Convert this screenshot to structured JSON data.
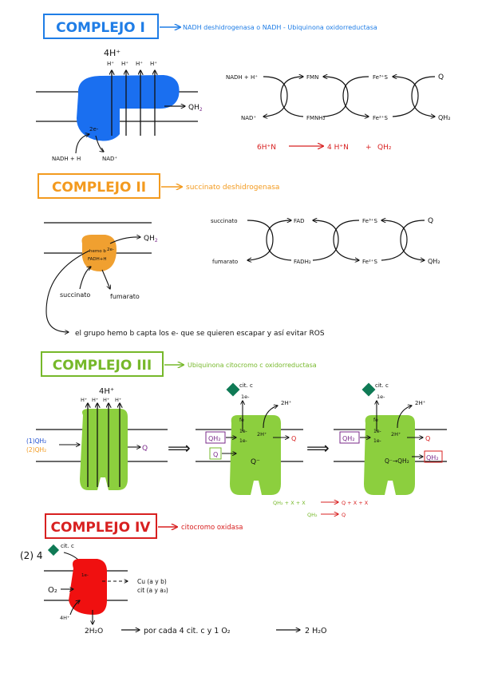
{
  "colors": {
    "blue": "#1f7de6",
    "blue_fill": "#1a6ff0",
    "orange": "#f39a1e",
    "orange_fill": "#f0a030",
    "green": "#76b82a",
    "green_fill": "#8ccf3e",
    "red": "#d82020",
    "red_fill": "#f01010",
    "purple": "#7a2a8a",
    "teal": "#0f7a55"
  },
  "c1": {
    "title": "COMPLEJO I",
    "subtitle": "NADH deshidrogenasa  o  NADH - Ubiquinona oxidorreductasa",
    "protons_total": "4H⁺",
    "proton": "H⁺",
    "qh2": "QH",
    "qh2_sub": "2",
    "two_e": "2e-",
    "nadh_h": "NADH + H",
    "nad": "NAD⁺",
    "cycle": {
      "nadh": "NADH + H⁺",
      "nad": "NAD⁺",
      "fmn": "FMN",
      "fmnh2": "FMNH₂",
      "fe3s": "Fe³⁺S",
      "fe2s": "Fe²⁺S",
      "q": "Q",
      "qh2": "QH₂"
    },
    "equation": {
      "left": "6H⁺N",
      "r1": "4 H⁺N",
      "plus": "+",
      "r2": "QH₂"
    }
  },
  "c2": {
    "title": "COMPLEJO II",
    "subtitle": "succinato deshidrogenasa",
    "hemo_b": "hemo b",
    "two_e": "2e-",
    "fadh": "FADH+H",
    "qh2": "QH",
    "qh2_sub": "2",
    "succinato": "succinato",
    "fumarato": "fumarato",
    "cycle": {
      "succinato": "succinato",
      "fumarato": "fumarato",
      "fad": "FAD",
      "fadh2": "FADH₂",
      "fe3s": "Fe³⁺S",
      "fe2s": "Fe²⁺S",
      "q": "Q",
      "qh2": "QH₂"
    },
    "note": "el grupo hemo b capta los e- que se quieren escapar y así evitar ROS"
  },
  "c3": {
    "title": "COMPLEJO III",
    "subtitle": "Ubiquinona citocromo c oxidorreductasa",
    "protons_total": "4H⁺",
    "proton": "H⁺",
    "in1": "(1)QH₂",
    "in2": "(2)QH₂",
    "q_out": "Q",
    "cit_c": "cit. c",
    "one_e": "1e-",
    "fe": "fe",
    "two_h": "2H⁺",
    "qh2": "QH₂",
    "q": "Q",
    "q_minus": "Q⁻",
    "q_minus_qh2": "Q⁻→QH₂",
    "arrow": "⟹",
    "bal_left": "QH₂ + X + X",
    "bal_right": "Q + X + X",
    "bal_left2": "QH₂",
    "bal_right2": "Q"
  },
  "c4": {
    "title": "COMPLEJO IV",
    "subtitle": "citocromo oxidasa",
    "mult": "(2) 4",
    "cit_c": "cit. c",
    "o2": "O₂",
    "cu": "Cu (a y b)",
    "cit": "cit (a y a₃)",
    "h4": "4H⁺",
    "h2o": "2H₂O",
    "equation": "por cada  4  cit. c   y   1  O₂",
    "result": "2 H₂O"
  }
}
